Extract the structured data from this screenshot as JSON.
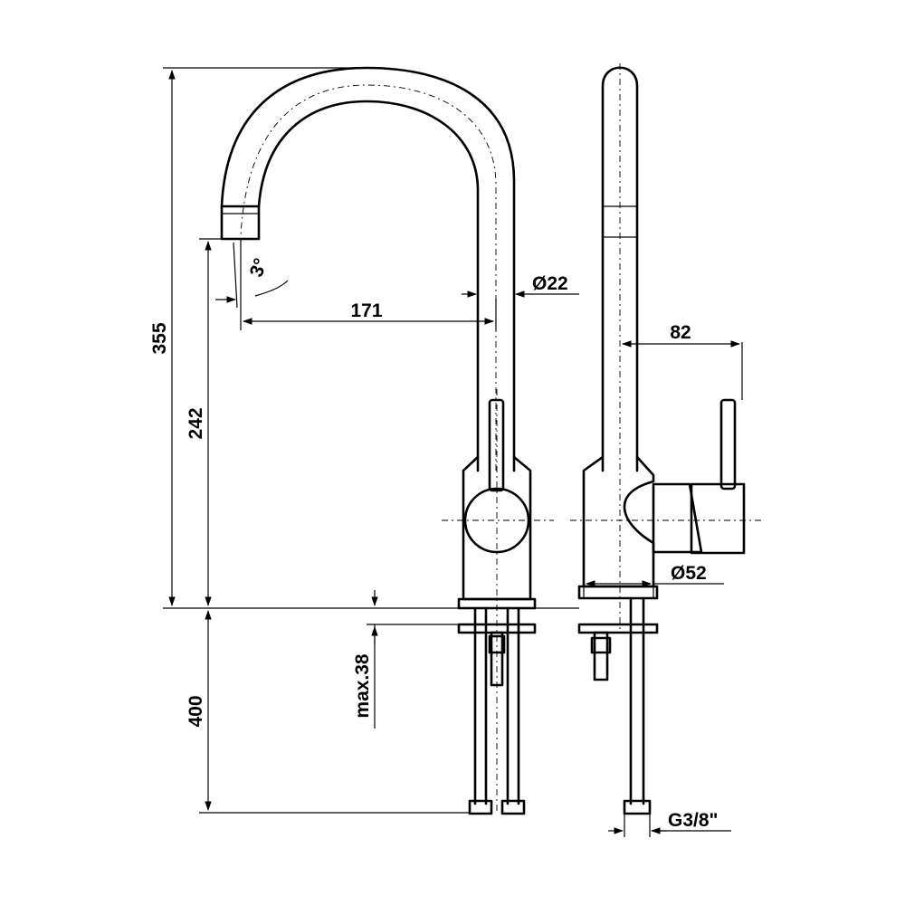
{
  "dimensions": {
    "total_height": "355",
    "spout_height": "242",
    "spout_reach": "171",
    "spout_angle": "3°",
    "spout_diameter": "Ø22",
    "lever_offset": "82",
    "base_diameter": "Ø52",
    "max_counter_thickness": "max.38",
    "hose_length": "400",
    "connection_thread": "G3/8\""
  }
}
